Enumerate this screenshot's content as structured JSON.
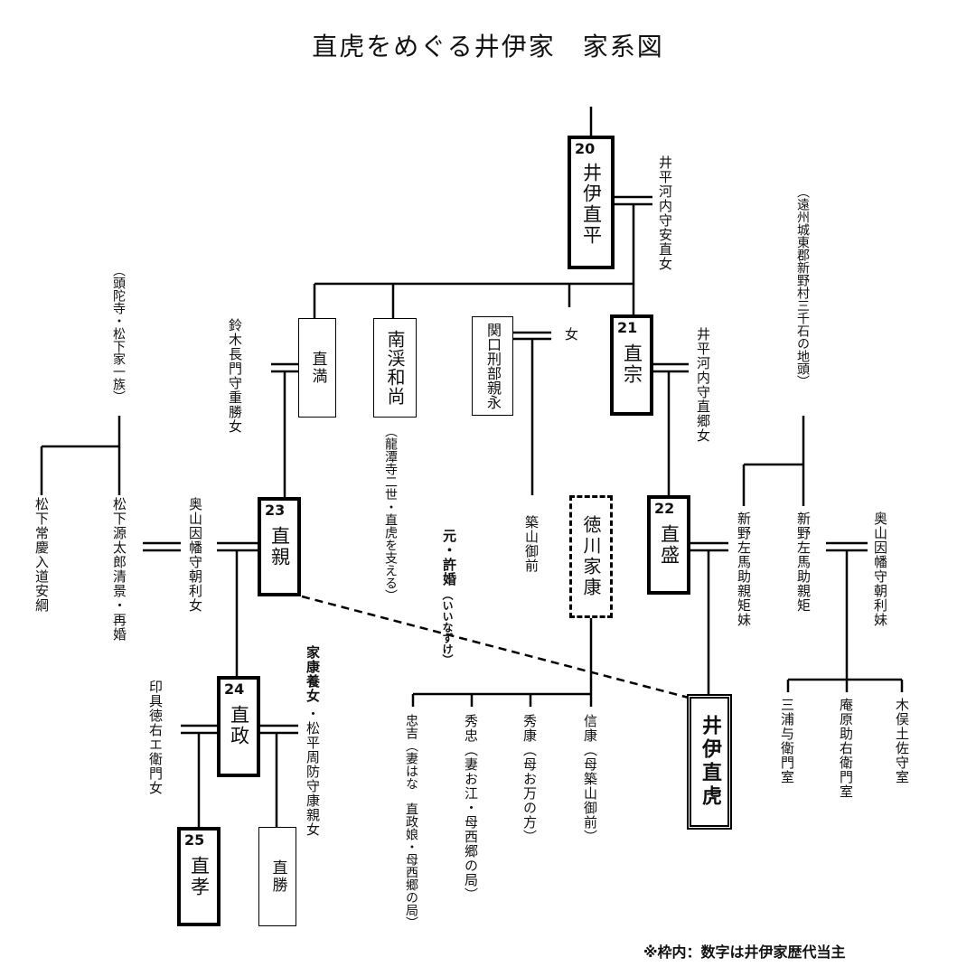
{
  "title": "直虎をめぐる井伊家　家系図",
  "note": "※枠内：数字は井伊家歴代当主",
  "persons": {
    "naohira": {
      "gen": "20",
      "name": "井伊直平"
    },
    "naomune": {
      "gen": "21",
      "name": "直宗"
    },
    "naomori": {
      "gen": "22",
      "name": "直盛"
    },
    "naochika": {
      "gen": "23",
      "name": "直親"
    },
    "naomasa": {
      "gen": "24",
      "name": "直政"
    },
    "naotaka": {
      "gen": "25",
      "name": "直孝"
    },
    "naomitsu": {
      "name": "直満"
    },
    "nankei": {
      "name": "南渓和尚"
    },
    "sekiguchi": {
      "name": "関口刑部親永"
    },
    "ieyasu": {
      "name": "徳川家康"
    },
    "naotora": {
      "name": "井伊直虎"
    },
    "naokatsu": {
      "name": "直勝"
    }
  },
  "labels": {
    "naohira_wife": "井平河内守安直女",
    "naomune_wife": "井平河内守直郷女",
    "naomitsu_wife": "鈴木長門守重勝女",
    "nankei_note": "（龍潭寺二世・直虎を支える）",
    "daughter": "女",
    "tsukiyama": "築山御前",
    "engaged": "元・許婚",
    "engaged_reading": "（いいなずけ）",
    "niino_origin": "（遠州城東郡新野村三千石の地頭）",
    "niino": "新野左馬助親矩",
    "niino_sister": "新野左馬助親矩妹",
    "okuyama_sister": "奥山因幡守朝利妹",
    "matsushita_origin": "（頭陀寺・松下家一族）",
    "matsushita_tsuneyoshi": "松下常慶入道安綱",
    "matsushita_kiyokage": "松下源太郎清景・再婚",
    "okuyama_daughter": "奥山因幡守朝利女",
    "inugu": "印具徳右エ衛門女",
    "naomasa_wife_1": "家康養女",
    "naomasa_wife_2": "・松平周防守康親女",
    "nobuyasu": "信康（母築山御前）",
    "hideyasu": "秀康（母お万の方）",
    "hidetada": "秀忠（妻お江・母西郷の局）",
    "tadayoshi": "忠吉（妻はな　直政娘・母西郷の局）",
    "miura": "三浦与衛門室",
    "iohara": "庵原助右衛門室",
    "kimata": "木俣土佐守室"
  }
}
